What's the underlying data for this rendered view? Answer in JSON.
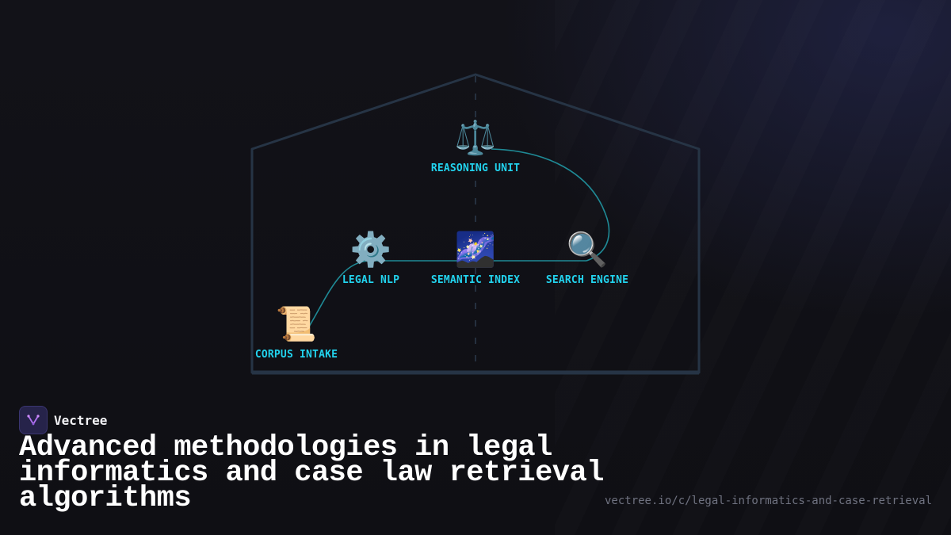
{
  "diagram": {
    "nodes": [
      {
        "id": "reasoning",
        "icon": "⚖️",
        "icon_name": "scales-icon",
        "label": "REASONING UNIT"
      },
      {
        "id": "nlp",
        "icon": "⚙️",
        "icon_name": "gear-icon",
        "label": "LEGAL NLP"
      },
      {
        "id": "semantic",
        "icon": "🌌",
        "icon_name": "galaxy-icon",
        "label": "SEMANTIC INDEX"
      },
      {
        "id": "search",
        "icon": "🔍",
        "icon_name": "magnifier-icon",
        "label": "SEARCH ENGINE"
      },
      {
        "id": "corpus",
        "icon": "📜",
        "icon_name": "scroll-icon",
        "label": "CORPUS INTAKE"
      }
    ],
    "colors": {
      "label": "#22d3ee",
      "connector": "#1f8a96",
      "frame": "#263445"
    }
  },
  "brand": {
    "name": "Vectree",
    "logo_icon": "vectree-logo-icon"
  },
  "title": "Advanced methodologies in legal informatics and case law retrieval algorithms",
  "url": "vectree.io/c/legal-informatics-and-case-retrieval"
}
